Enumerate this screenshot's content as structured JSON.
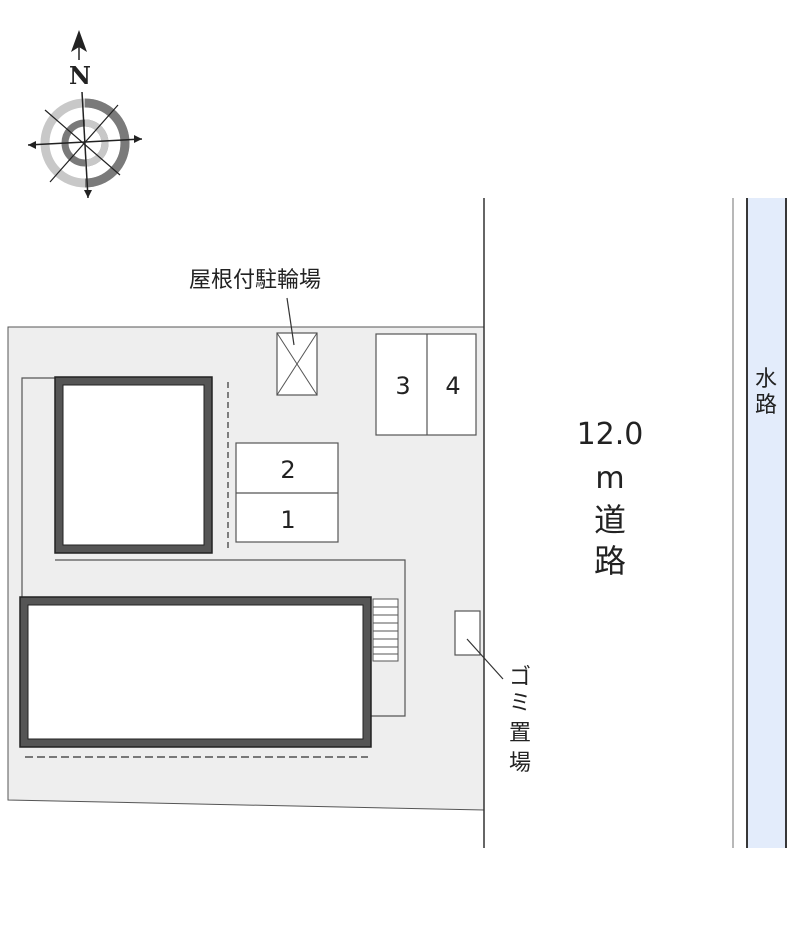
{
  "compass": {
    "north_label": "N"
  },
  "labels": {
    "bike_parking": "屋根付駐輪場",
    "garbage": [
      "ゴ",
      "ミ",
      "置",
      "場"
    ],
    "waterway": [
      "水",
      "路"
    ],
    "road_width": "12.0",
    "road_unit": "m",
    "road": [
      "道",
      "路"
    ]
  },
  "parking_spaces": [
    "1",
    "2",
    "3",
    "4"
  ],
  "colors": {
    "lot": "#eeeeee",
    "building_wall": "#555555",
    "water": "#e3ecfb",
    "line": "#333333"
  }
}
